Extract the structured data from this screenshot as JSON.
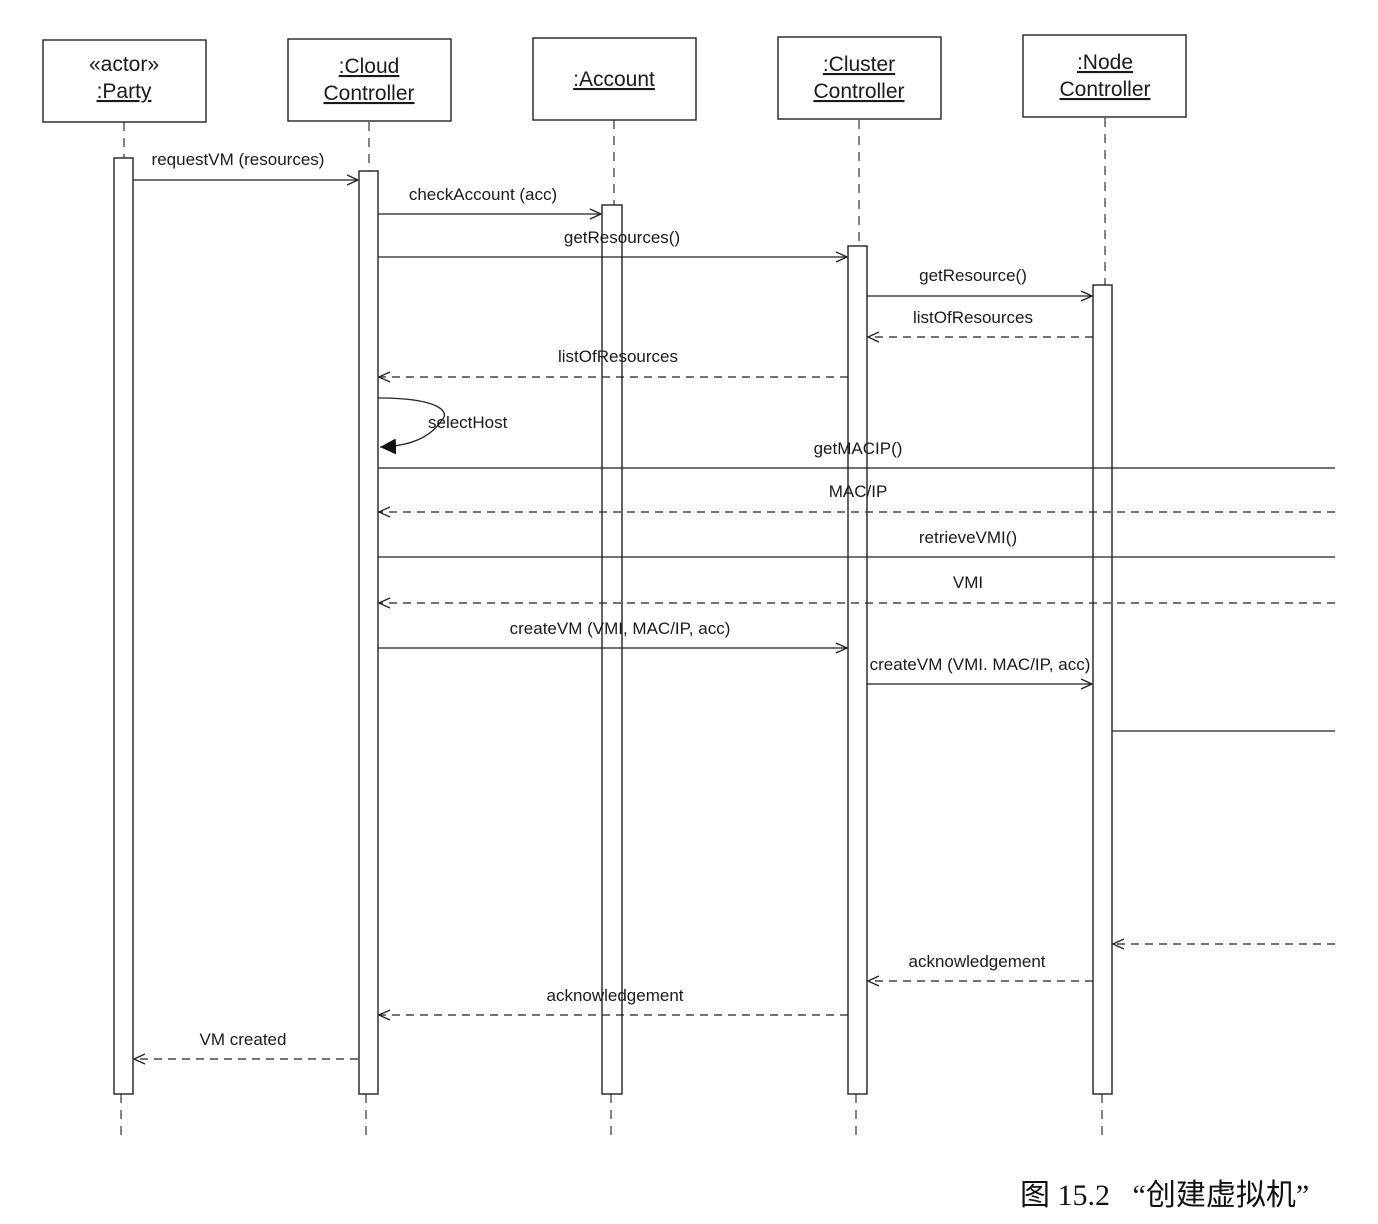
{
  "participants": [
    {
      "id": "party",
      "stereotype": "«actor»",
      "name": ":Party"
    },
    {
      "id": "cloud",
      "line1": ":Cloud",
      "line2": "Controller"
    },
    {
      "id": "account",
      "name": ":Account"
    },
    {
      "id": "cluster",
      "line1": ":Cluster",
      "line2": "Controller"
    },
    {
      "id": "node",
      "line1": ":Node",
      "line2": "Controller"
    }
  ],
  "messages": [
    {
      "id": "requestVM",
      "label": "requestVM (resources)",
      "from": "party",
      "to": "cloud",
      "kind": "sync"
    },
    {
      "id": "checkAccount",
      "label": "checkAccount (acc)",
      "from": "cloud",
      "to": "account",
      "kind": "sync"
    },
    {
      "id": "getResources",
      "label": "getResources()",
      "from": "cloud",
      "to": "cluster",
      "kind": "sync"
    },
    {
      "id": "getResource",
      "label": "getResource()",
      "from": "cluster",
      "to": "node",
      "kind": "sync"
    },
    {
      "id": "listOfResources-node",
      "label": "listOfResources",
      "from": "node",
      "to": "cluster",
      "kind": "return"
    },
    {
      "id": "listOfResources-cluster",
      "label": "listOfResources",
      "from": "cluster",
      "to": "cloud",
      "kind": "return"
    },
    {
      "id": "selectHost",
      "label": "selectHost",
      "from": "cloud",
      "to": "cloud",
      "kind": "self"
    },
    {
      "id": "getMACIP",
      "label": "getMACIP()",
      "from": "cloud",
      "to": "offscreen",
      "kind": "sync"
    },
    {
      "id": "macip",
      "label": "MAC/IP",
      "from": "offscreen",
      "to": "cloud",
      "kind": "return"
    },
    {
      "id": "retrieveVMI",
      "label": "retrieveVMI()",
      "from": "cloud",
      "to": "offscreen",
      "kind": "sync"
    },
    {
      "id": "vmi",
      "label": "VMI",
      "from": "offscreen",
      "to": "cloud",
      "kind": "return"
    },
    {
      "id": "createVM-cloud",
      "label": "createVM (VMI, MAC/IP, acc)",
      "from": "cloud",
      "to": "cluster",
      "kind": "sync"
    },
    {
      "id": "createVM-cluster",
      "label": "createVM (VMI. MAC/IP, acc)",
      "from": "cluster",
      "to": "node",
      "kind": "sync"
    },
    {
      "id": "node-out",
      "label": "",
      "from": "node",
      "to": "offscreen",
      "kind": "sync"
    },
    {
      "id": "node-in",
      "label": "",
      "from": "offscreen",
      "to": "node",
      "kind": "return"
    },
    {
      "id": "ack-node",
      "label": "acknowledgement",
      "from": "node",
      "to": "cluster",
      "kind": "return"
    },
    {
      "id": "ack-cluster",
      "label": "acknowledgement",
      "from": "cluster",
      "to": "cloud",
      "kind": "return"
    },
    {
      "id": "vmCreated",
      "label": "VM created",
      "from": "cloud",
      "to": "party",
      "kind": "return"
    }
  ],
  "caption": "图 15.2   “创建虚拟机”"
}
